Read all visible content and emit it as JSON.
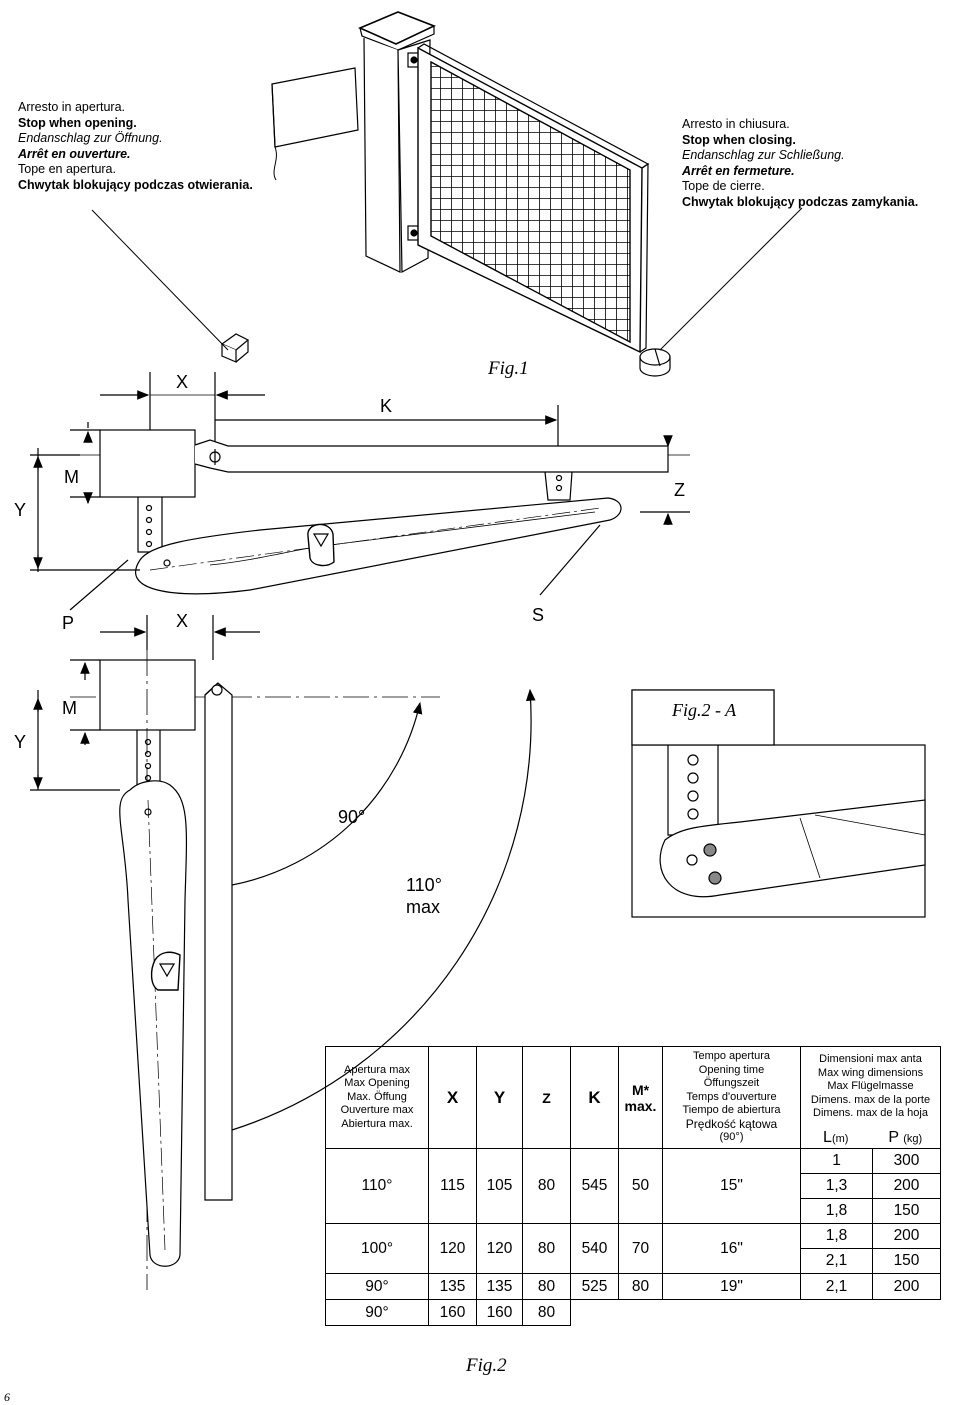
{
  "notes_opening": [
    "Arresto in apertura.",
    "Stop when opening.",
    "Endanschlag zur Öffnung.",
    "Arrêt en ouverture.",
    "Tope en apertura.",
    "Chwytak blokujący podczas otwierania."
  ],
  "notes_closing": [
    "Arresto in chiusura.",
    "Stop when closing.",
    "Endanschlag zur Schließung.",
    "Arrêt en fermeture.",
    "Tope de cierre.",
    "Chwytak blokujący podczas zamykania."
  ],
  "fig1": {
    "caption": "Fig.1",
    "label_x": "X",
    "label_k": "K",
    "label_m": "M",
    "label_y": "Y",
    "label_z": "Z"
  },
  "fig2": {
    "label_p": "P",
    "label_x": "X",
    "label_s": "S",
    "label_m": "M",
    "label_y": "Y",
    "angle_90": "90°",
    "angle_110": "110°",
    "angle_max": "max",
    "detail_caption": "Fig.2 - A",
    "caption": "Fig.2"
  },
  "table": {
    "opening_header": [
      "Apertura max",
      "Max Opening",
      "Max. Öffung",
      "Ouverture max",
      "Abiertura max."
    ],
    "col_x": "X",
    "col_y": "Y",
    "col_z": "Z",
    "col_k": "K",
    "col_m": [
      "M*",
      "max."
    ],
    "time_header": [
      "Tempo apertura",
      "Opening time",
      "Öffungszeit",
      "Temps d'ouverture",
      "Tiempo de abiertura",
      "Prędkość kątowa",
      "(90°)"
    ],
    "dims_header": [
      "Dimensioni max anta",
      "Max wing dimensions",
      "Max Flügelmasse",
      "Dimens. max de la porte",
      "Dimens. max de la hoja"
    ],
    "col_l": "L",
    "col_l_unit": "(m)",
    "col_p": "P",
    "col_p_unit": "(kg)",
    "rows": {
      "r1": {
        "angle": "110°",
        "x": "115",
        "y": "105",
        "z": "80",
        "k": "545",
        "m": "50",
        "time": "15\"",
        "l": [
          "1",
          "1,3",
          "1,8"
        ],
        "p": [
          "300",
          "200",
          "150"
        ]
      },
      "r2": {
        "angle": "100°",
        "x": "120",
        "y": "120",
        "z": "80",
        "k": "540",
        "m": "70",
        "time": "16\"",
        "l": [
          "1,8",
          "2,1"
        ],
        "p": [
          "200",
          "150"
        ]
      },
      "r3": {
        "angle": "90°",
        "x": "135",
        "y": "135",
        "z": "80",
        "k": "525",
        "m": "80",
        "time": "19\"",
        "l": "2,1",
        "p": "200"
      },
      "r4": {
        "angle": "90°",
        "x": "160",
        "y": "160",
        "z": "80"
      }
    }
  },
  "page_number": "6"
}
